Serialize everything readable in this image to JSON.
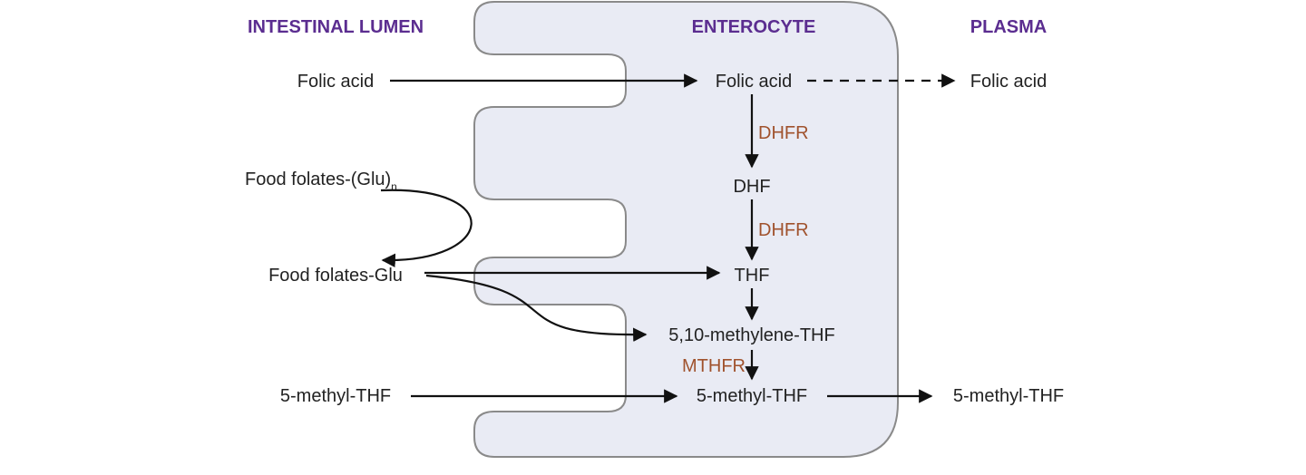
{
  "headers": {
    "lumen": "INTESTINAL LUMEN",
    "enterocyte": "ENTEROCYTE",
    "plasma": "PLASMA"
  },
  "lumen": {
    "folic_acid": "Folic acid",
    "food_folates_poly_prefix": "Food folates-(Glu)",
    "food_folates_poly_sub": "n",
    "food_folates_mono": "Food folates-Glu",
    "methyl_thf": "5-methyl-THF"
  },
  "enterocyte": {
    "folic_acid": "Folic acid",
    "dhf": "DHF",
    "thf": "THF",
    "methylene_thf": "5,10-methylene-THF",
    "methyl_thf": "5-methyl-THF"
  },
  "enzymes": {
    "dhfr_1": "DHFR",
    "dhfr_2": "DHFR",
    "mthfr": "MTHFR"
  },
  "plasma": {
    "folic_acid": "Folic acid",
    "methyl_thf": "5-methyl-THF"
  },
  "colors": {
    "header": "#5b2d90",
    "enzyme": "#a0522d",
    "cell_fill": "#e9ebf4",
    "cell_stroke": "#8a8a8a",
    "arrow": "#111111"
  }
}
